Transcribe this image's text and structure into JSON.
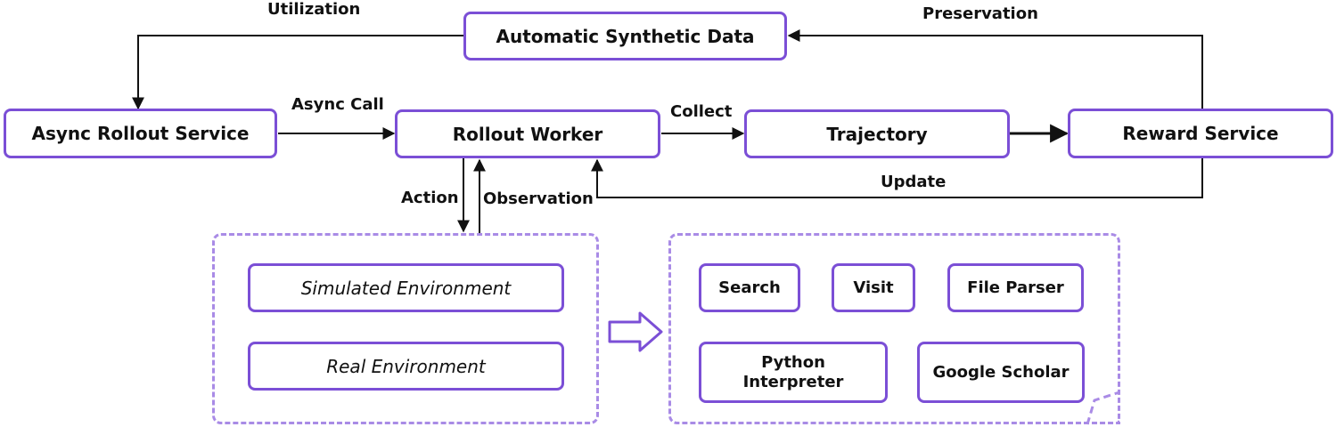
{
  "nodes": {
    "synthetic": "Automatic Synthetic Data",
    "async_rollout": "Async Rollout Service",
    "rollout_worker": "Rollout Worker",
    "trajectory": "Trajectory",
    "reward": "Reward Service",
    "sim_env": "Simulated Environment",
    "real_env": "Real Environment"
  },
  "tools": {
    "search": "Search",
    "visit": "Visit",
    "file_parser": "File Parser",
    "python": "Python Interpreter",
    "scholar": "Google Scholar"
  },
  "edges": {
    "utilization": "Utilization",
    "preservation": "Preservation",
    "async_call": "Async Call",
    "collect": "Collect",
    "update": "Update",
    "action": "Action",
    "observation": "Observation"
  },
  "colors": {
    "accent": "#7b4fd6",
    "dashed": "#a98be6",
    "line": "#111111"
  }
}
